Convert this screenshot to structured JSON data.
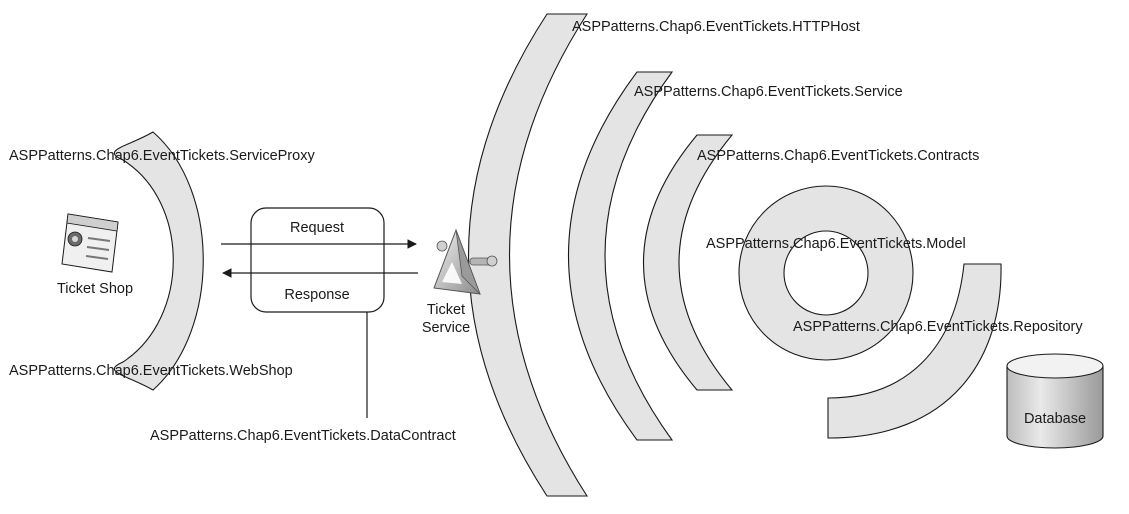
{
  "layers": {
    "http_host": "ASPPatterns.Chap6.EventTickets.HTTPHost",
    "service": "ASPPatterns.Chap6.EventTickets.Service",
    "contracts": "ASPPatterns.Chap6.EventTickets.Contracts",
    "model": "ASPPatterns.Chap6.EventTickets.Model",
    "repository": "ASPPatterns.Chap6.EventTickets.Repository",
    "service_proxy": "ASPPatterns.Chap6.EventTickets.ServiceProxy",
    "web_shop": "ASPPatterns.Chap6.EventTickets.WebShop",
    "data_contract": "ASPPatterns.Chap6.EventTickets.DataContract"
  },
  "nodes": {
    "ticket_shop": "Ticket Shop",
    "ticket_service_line1": "Ticket",
    "ticket_service_line2": "Service",
    "database": "Database"
  },
  "messages": {
    "request": "Request",
    "response": "Response"
  },
  "icons": {
    "ticket_shop": "browser-window-icon",
    "ticket_service": "wcf-service-icon",
    "database": "database-cylinder-icon"
  },
  "colors": {
    "layer_fill": "#e4e4e4",
    "stroke": "#1a1a1a"
  }
}
